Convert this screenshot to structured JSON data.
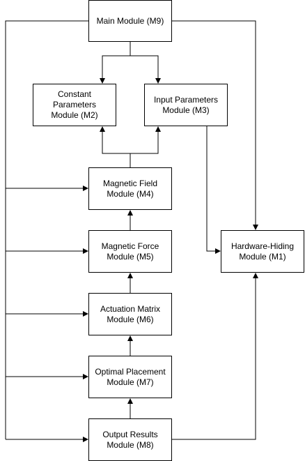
{
  "modules": {
    "m9": "Main Module (M9)",
    "m2": "Constant Parameters\nModule (M2)",
    "m3": "Input Parameters\nModule (M3)",
    "m4": "Magnetic Field\nModule (M4)",
    "m5": "Magnetic Force\nModule (M5)",
    "m6": "Actuation Matrix\nModule (M6)",
    "m7": "Optimal Placement\nModule (M7)",
    "m8": "Output Results\nModule (M8)",
    "m1": "Hardware-Hiding\nModule (M1)"
  },
  "colors": {
    "stroke": "#000000",
    "fill": "#ffffff",
    "text": "#000000"
  }
}
